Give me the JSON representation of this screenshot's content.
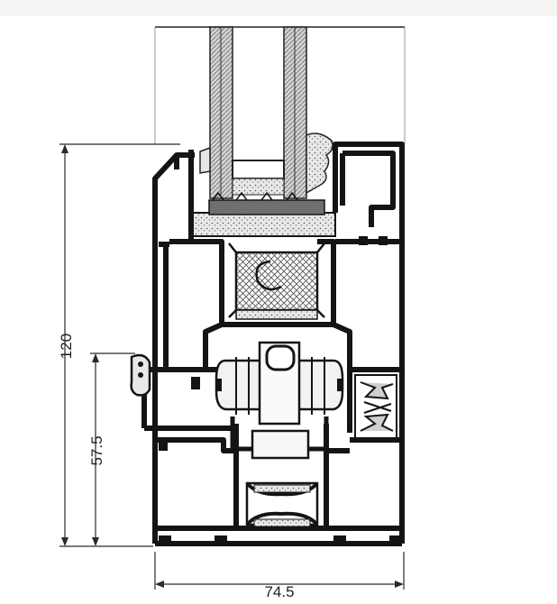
{
  "dimensions": {
    "overall_height": "120",
    "sash_height": "57.5",
    "overall_width": "74.5"
  },
  "colors": {
    "profile": "#141414",
    "background": "#ffffff",
    "glass_hatch": "#8a8a8a",
    "gasket_fill": "#3a3a3a",
    "insulation_mesh": "#6a6a6a",
    "dimension_line": "#2a2a2a"
  }
}
